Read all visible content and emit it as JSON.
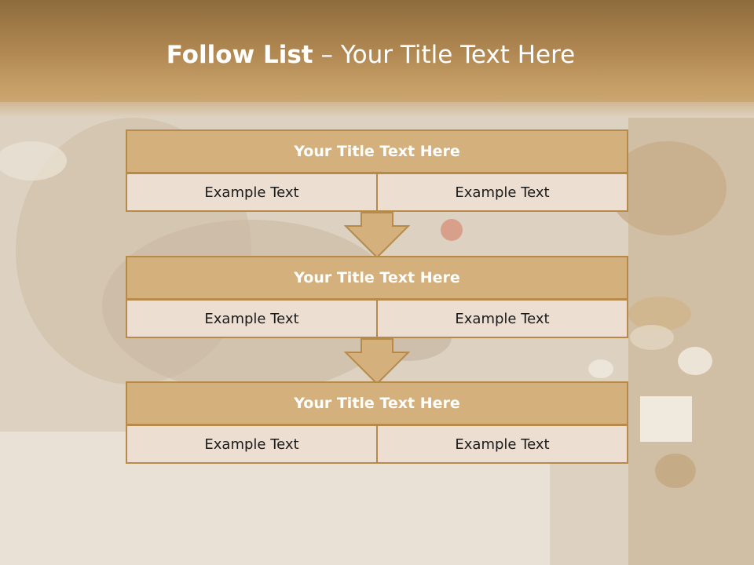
{
  "slide": {
    "title_bold": "Follow List",
    "title_rest": " – Your Title Text Here"
  },
  "steps": [
    {
      "title": "Your Title Text Here",
      "left": "Example Text",
      "right": "Example Text"
    },
    {
      "title": "Your Title Text Here",
      "left": "Example Text",
      "right": "Example Text"
    },
    {
      "title": "Your Title Text Here",
      "left": "Example Text",
      "right": "Example Text"
    }
  ],
  "colors": {
    "header_fill": "#d4b07d",
    "border": "#b58a4b",
    "cell_fill": "#ecdfd2",
    "arrow_fill": "#d4b07d"
  }
}
